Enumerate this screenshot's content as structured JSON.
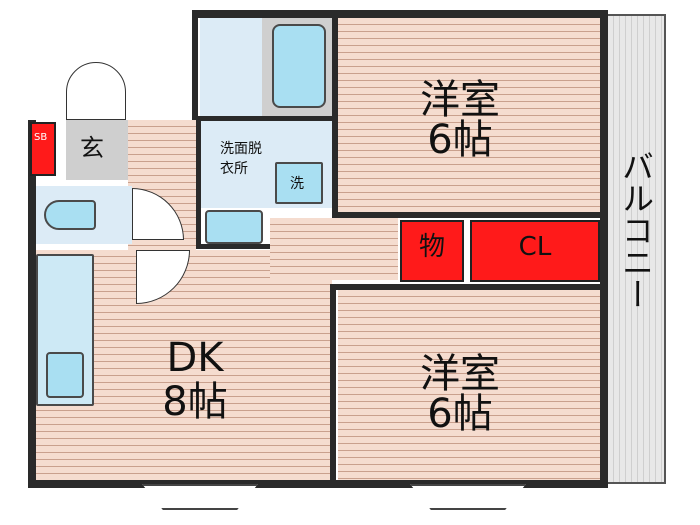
{
  "rooms": {
    "bedroom_top": {
      "label_line1": "洋室",
      "label_line2": "6帖"
    },
    "bedroom_bottom": {
      "label_line1": "洋室",
      "label_line2": "6帖"
    },
    "dk": {
      "label_line1": "DK",
      "label_line2": "8帖"
    },
    "entrance": {
      "label": "玄"
    },
    "shoe_box": {
      "label": "SB"
    },
    "washroom": {
      "label_line1": "洗面脱",
      "label_line2": "衣所"
    },
    "washer": {
      "label": "洗"
    },
    "storage": {
      "label": "物"
    },
    "closet": {
      "label": "CL"
    },
    "balcony": {
      "label": "バルコニー"
    }
  },
  "colors": {
    "floor_wood": "#f1d2c2",
    "fixture_blue": "#a9dff2",
    "storage_red": "#ff1a1a",
    "wall": "#2a2a2a",
    "balcony": "#e3e3e3"
  }
}
